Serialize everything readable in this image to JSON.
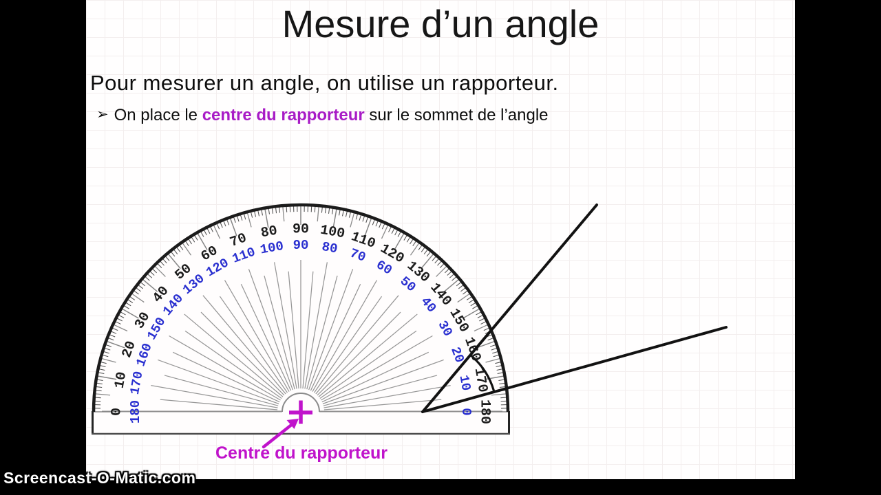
{
  "frame": {
    "watermark": "Screencast-O-Matic.com",
    "bar_color": "#000000"
  },
  "slide": {
    "title": "Mesure d’un angle",
    "intro": "Pour mesurer un angle, on utilise un rapporteur.",
    "bullet": {
      "marker": "➢",
      "pre": "On place le ",
      "highlight": "centre du rapporteur",
      "post": " sur le sommet de l’angle"
    },
    "highlight_color": "#a81bc6"
  },
  "protractor": {
    "center_label": "Centre du rapporteur",
    "center_mark": "+",
    "accent_color": "#c013cb",
    "black_scale_color": "#1c1c1c",
    "blue_scale_color": "#2a30d0",
    "black_scale": [
      0,
      10,
      20,
      30,
      40,
      50,
      60,
      70,
      80,
      90,
      100,
      110,
      120,
      130,
      140,
      150,
      160,
      170,
      180
    ],
    "blue_scale": [
      180,
      170,
      160,
      150,
      140,
      130,
      120,
      110,
      100,
      90,
      80,
      70,
      60,
      50,
      40,
      30,
      20,
      10,
      0
    ]
  }
}
